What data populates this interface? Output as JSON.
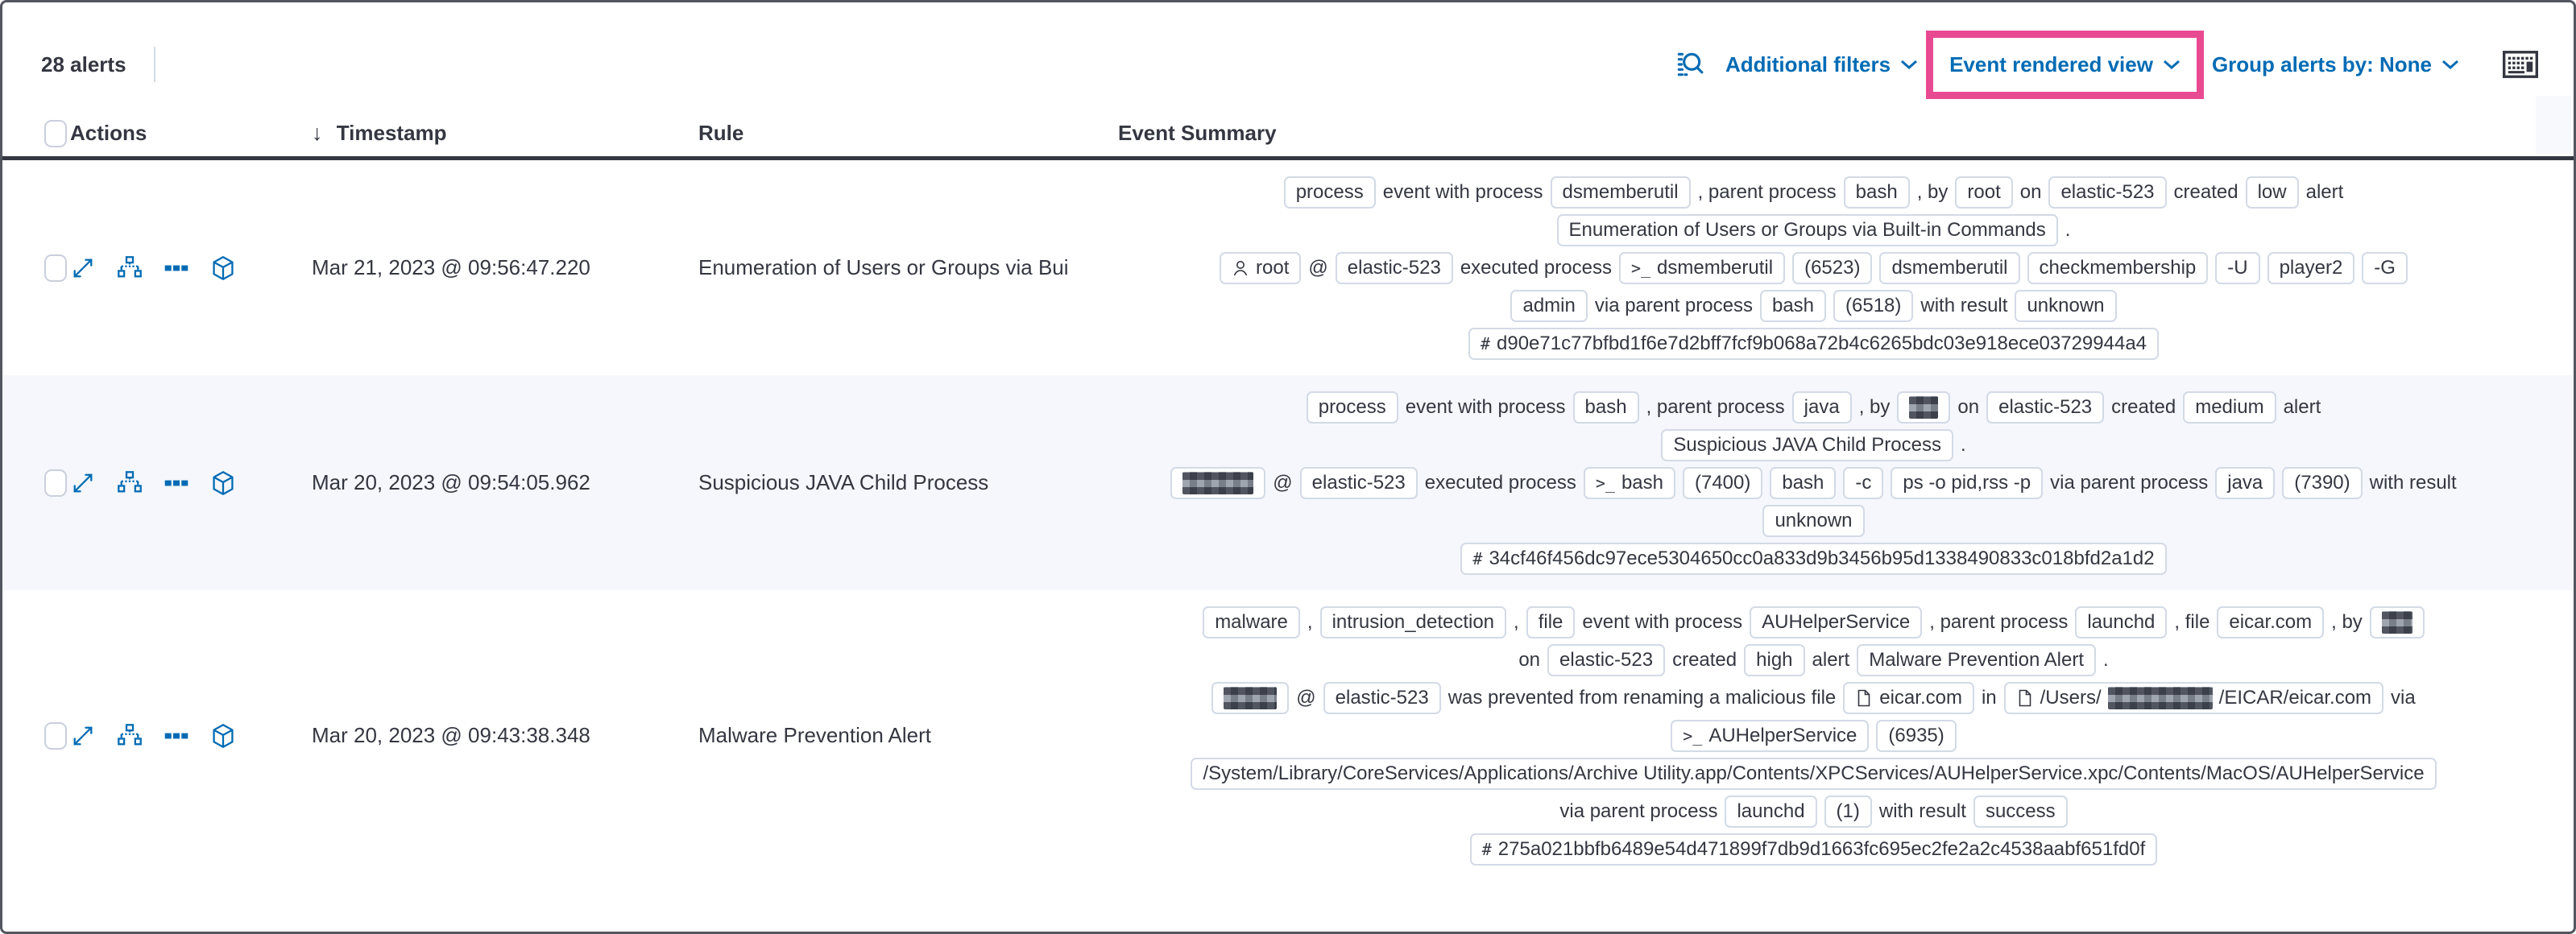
{
  "toolbar": {
    "alert_count": "28 alerts",
    "additional_filters_label": "Additional filters",
    "view_selector_label": "Event rendered view",
    "group_alerts_label": "Group alerts by: None"
  },
  "colors": {
    "link_blue": "#006BB4",
    "highlight_pink": "#E84A92",
    "text_dark": "#343741",
    "badge_border": "#D3DAE6",
    "row_alt_bg": "#F5F7FC"
  },
  "table": {
    "headers": {
      "actions": "Actions",
      "timestamp": "Timestamp",
      "rule": "Rule",
      "event_summary": "Event Summary"
    },
    "rows": [
      {
        "timestamp": "Mar 21, 2023 @ 09:56:47.220",
        "rule": "Enumeration of Users or Groups via Bui",
        "summary": [
          [
            {
              "b": "process"
            },
            {
              "t": "event with process"
            },
            {
              "b": "dsmemberutil"
            },
            {
              "t": ", parent process"
            },
            {
              "b": "bash"
            },
            {
              "t": ", by"
            },
            {
              "b": "root"
            },
            {
              "t": "on"
            },
            {
              "b": "elastic-523"
            },
            {
              "t": "created"
            },
            {
              "b": "low"
            },
            {
              "t": "alert"
            }
          ],
          [
            {
              "b": "Enumeration of Users or Groups via Built-in Commands"
            },
            {
              "t": "."
            }
          ],
          [
            {
              "b": "root",
              "i": "user"
            },
            {
              "t": "@"
            },
            {
              "b": "elastic-523"
            },
            {
              "t": "executed process"
            },
            {
              "b": "dsmemberutil",
              "i": "terminal"
            },
            {
              "b": "(6523)"
            },
            {
              "b": "dsmemberutil"
            },
            {
              "b": "checkmembership"
            },
            {
              "b": "-U"
            },
            {
              "b": "player2"
            },
            {
              "b": "-G"
            }
          ],
          [
            {
              "b": "admin"
            },
            {
              "t": "via parent process"
            },
            {
              "b": "bash"
            },
            {
              "b": "(6518)"
            },
            {
              "t": "with result"
            },
            {
              "b": "unknown"
            }
          ],
          [
            {
              "b": "d90e71c77bfbd1f6e7d2bff7fcf9b068a72b4c6265bdc03e918ece03729944a4",
              "i": "hash"
            }
          ]
        ]
      },
      {
        "timestamp": "Mar 20, 2023 @ 09:54:05.962",
        "rule": "Suspicious JAVA Child Process",
        "summary": [
          [
            {
              "b": "process"
            },
            {
              "t": "event with process"
            },
            {
              "b": "bash"
            },
            {
              "t": ", parent process"
            },
            {
              "b": "java"
            },
            {
              "t": ", by"
            },
            {
              "r": 36
            },
            {
              "t": "on"
            },
            {
              "b": "elastic-523"
            },
            {
              "t": "created"
            },
            {
              "b": "medium"
            },
            {
              "t": "alert"
            }
          ],
          [
            {
              "b": "Suspicious JAVA Child Process"
            },
            {
              "t": "."
            }
          ],
          [
            {
              "r": 88
            },
            {
              "t": "@"
            },
            {
              "b": "elastic-523"
            },
            {
              "t": "executed process"
            },
            {
              "b": "bash",
              "i": "terminal"
            },
            {
              "b": "(7400)"
            },
            {
              "b": "bash"
            },
            {
              "b": "-c"
            },
            {
              "b": "ps -o pid,rss -p"
            },
            {
              "t": "via parent process"
            },
            {
              "b": "java"
            },
            {
              "b": "(7390)"
            },
            {
              "t": "with result"
            }
          ],
          [
            {
              "b": "unknown"
            }
          ],
          [
            {
              "b": "34cf46f456dc97ece5304650cc0a833d9b3456b95d1338490833c018bfd2a1d2",
              "i": "hash"
            }
          ]
        ]
      },
      {
        "timestamp": "Mar 20, 2023 @ 09:43:38.348",
        "rule": "Malware Prevention Alert",
        "summary": [
          [
            {
              "b": "malware"
            },
            {
              "t": ","
            },
            {
              "b": "intrusion_detection"
            },
            {
              "t": ","
            },
            {
              "b": "file"
            },
            {
              "t": "event with process"
            },
            {
              "b": "AUHelperService"
            },
            {
              "t": ", parent process"
            },
            {
              "b": "launchd"
            },
            {
              "t": ", file"
            },
            {
              "b": "eicar.com"
            },
            {
              "t": ", by"
            },
            {
              "r": 38
            }
          ],
          [
            {
              "t": "on"
            },
            {
              "b": "elastic-523"
            },
            {
              "t": "created"
            },
            {
              "b": "high"
            },
            {
              "t": "alert"
            },
            {
              "b": "Malware Prevention Alert"
            },
            {
              "t": "."
            }
          ],
          [
            {
              "r": 66
            },
            {
              "t": "@"
            },
            {
              "b": "elastic-523"
            },
            {
              "t": "was prevented from renaming a malicious file"
            },
            {
              "b": "eicar.com",
              "i": "file"
            },
            {
              "t": "in"
            },
            {
              "i": "file",
              "pre": "/Users/",
              "r": 130,
              "post": "/EICAR/eicar.com"
            },
            {
              "t": "via"
            }
          ],
          [
            {
              "b": "AUHelperService",
              "i": "terminal"
            },
            {
              "b": "(6935)"
            }
          ],
          [
            {
              "b": "/System/Library/CoreServices/Applications/Archive Utility.app/Contents/XPCServices/AUHelperService.xpc/Contents/MacOS/AUHelperService"
            }
          ],
          [
            {
              "t": "via parent process"
            },
            {
              "b": "launchd"
            },
            {
              "b": "(1)"
            },
            {
              "t": "with result"
            },
            {
              "b": "success"
            }
          ],
          [
            {
              "b": "275a021bbfb6489e54d471899f7db9d1663fc695ec2fe2a2c4538aabf651fd0f",
              "i": "hash"
            }
          ]
        ]
      }
    ]
  }
}
